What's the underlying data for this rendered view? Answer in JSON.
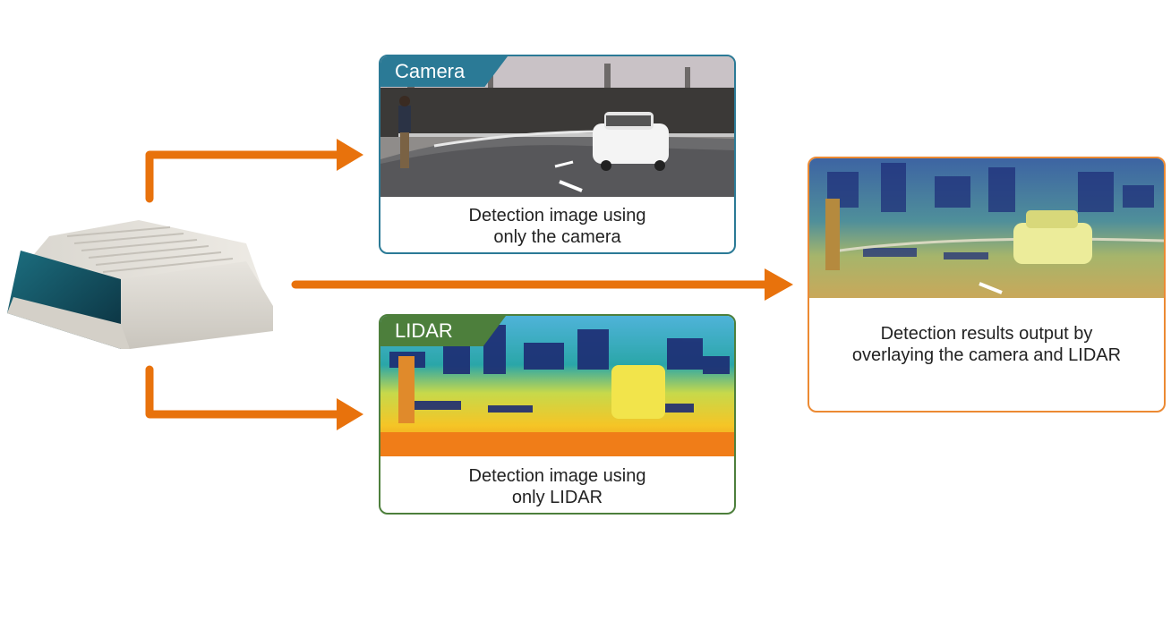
{
  "camera_panel": {
    "tab_label": "Camera",
    "caption_line1": "Detection image using",
    "caption_line2": "only the camera"
  },
  "lidar_panel": {
    "tab_label": "LIDAR",
    "caption_line1": "Detection image using",
    "caption_line2": "only LIDAR"
  },
  "fused_panel": {
    "caption_line1": "Detection results output by",
    "caption_line2": "overlaying the camera and LIDAR"
  },
  "colors": {
    "camera_accent": "#2b7a96",
    "lidar_accent": "#4d7f3c",
    "fused_accent": "#ec8a33",
    "arrow": "#e8720c"
  },
  "icons": {
    "sensor": "lidar-camera-sensor-device"
  }
}
